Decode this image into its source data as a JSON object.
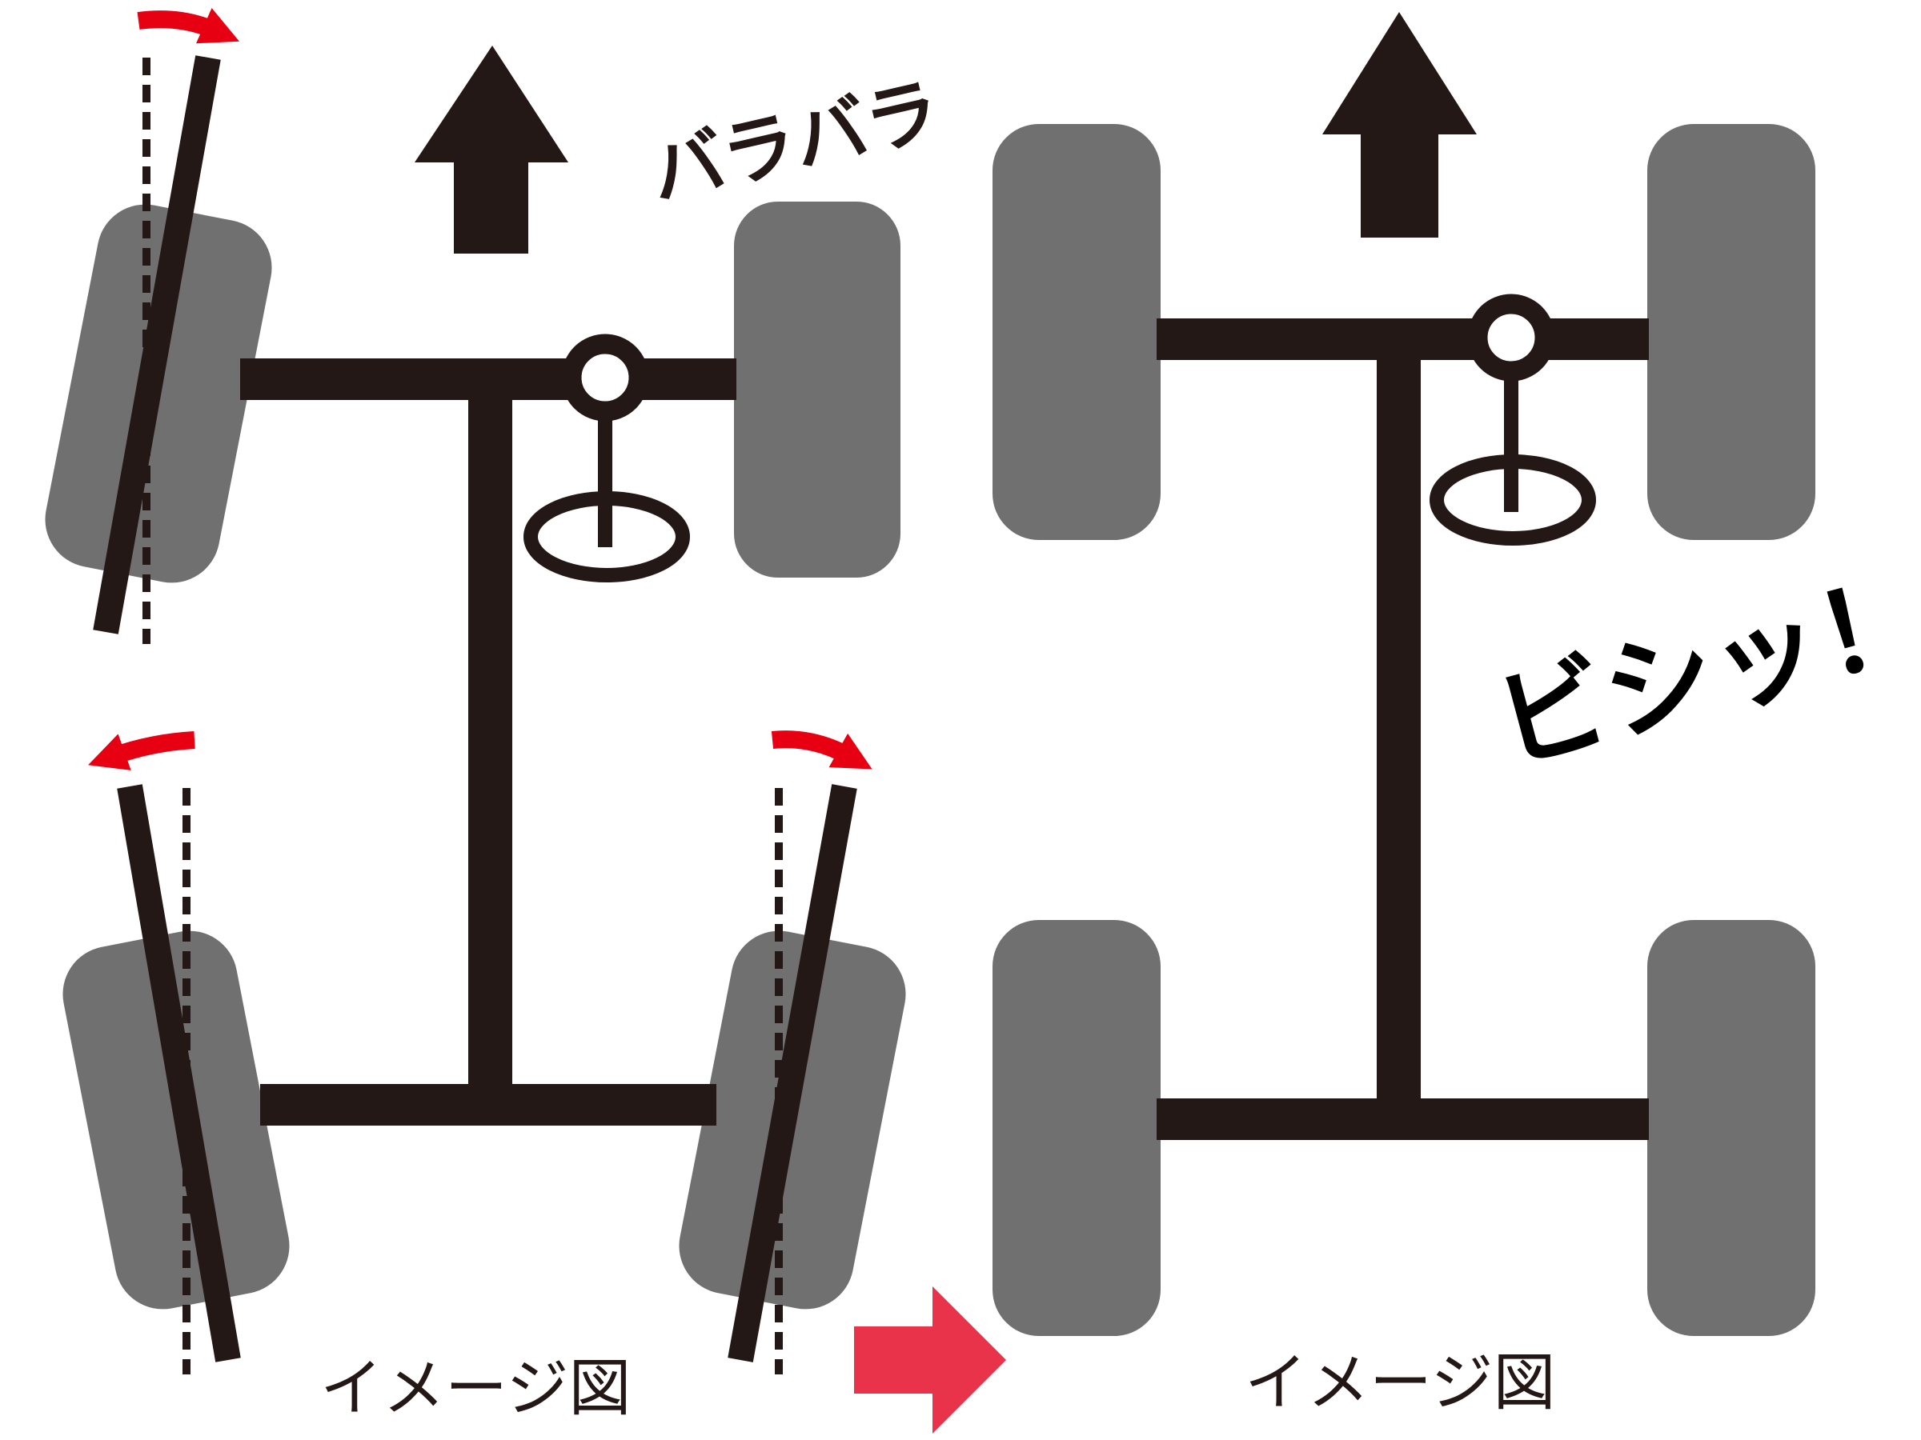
{
  "left_diagram": {
    "shout": "バラバラ",
    "caption": "イメージ図"
  },
  "right_diagram": {
    "shout": "ビシッ！",
    "caption": "イメージ図"
  },
  "colors": {
    "tire": "#717071",
    "frame": "#231815",
    "rotation_arrow": "#e60012",
    "transition_arrow": "#e8334a",
    "background": "#ffffff"
  },
  "icons": {
    "direction": "up-arrow-icon",
    "steering": "steering-wheel-icon",
    "rotation": "curved-arrow-icon",
    "transition": "right-arrow-icon"
  }
}
